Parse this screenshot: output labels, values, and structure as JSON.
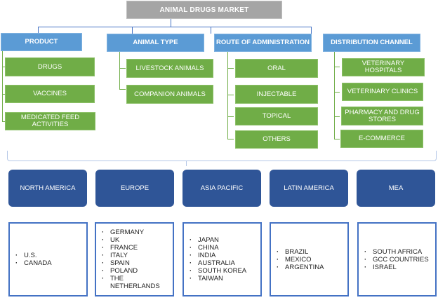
{
  "title": "ANIMAL DRUGS MARKET",
  "categories": [
    {
      "label": "PRODUCT",
      "items": [
        "DRUGS",
        "VACCINES",
        "MEDICATED FEED ACTIVITIES"
      ]
    },
    {
      "label": "ANIMAL TYPE",
      "items": [
        "LIVESTOCK ANIMALS",
        "COMPANION ANIMALS"
      ]
    },
    {
      "label": "ROUTE OF ADMINISTRATION",
      "items": [
        "ORAL",
        "INJECTABLE",
        "TOPICAL",
        "OTHERS"
      ]
    },
    {
      "label": "DISTRIBUTION CHANNEL",
      "items": [
        "VETERINARY HOSPITALS",
        "VETERINARY CLINICS",
        "PHARMACY AND DRUG STORES",
        "E-COMMERCE"
      ]
    }
  ],
  "regions": [
    {
      "label": "NORTH AMERICA",
      "countries": [
        "U.S.",
        "CANADA"
      ]
    },
    {
      "label": "EUROPE",
      "countries": [
        "GERMANY",
        "UK",
        "FRANCE",
        "ITALY",
        "SPAIN",
        "POLAND",
        "THE NETHERLANDS"
      ]
    },
    {
      "label": "ASIA PACIFIC",
      "countries": [
        "JAPAN",
        "CHINA",
        "INDIA",
        "AUSTRALIA",
        "SOUTH KOREA",
        "TAIWAN"
      ]
    },
    {
      "label": "LATIN AMERICA",
      "countries": [
        "BRAZIL",
        "MEXICO",
        "ARGENTINA"
      ]
    },
    {
      "label": "MEA",
      "countries": [
        "SOUTH AFRICA",
        "GCC COUNTRIES",
        "ISRAEL"
      ]
    }
  ],
  "colors": {
    "title_bg": "#a5a5a5",
    "category_bg": "#5b9bd5",
    "item_bg": "#70ad47",
    "region_bg": "#2f5597",
    "list_border": "#4472c4"
  }
}
